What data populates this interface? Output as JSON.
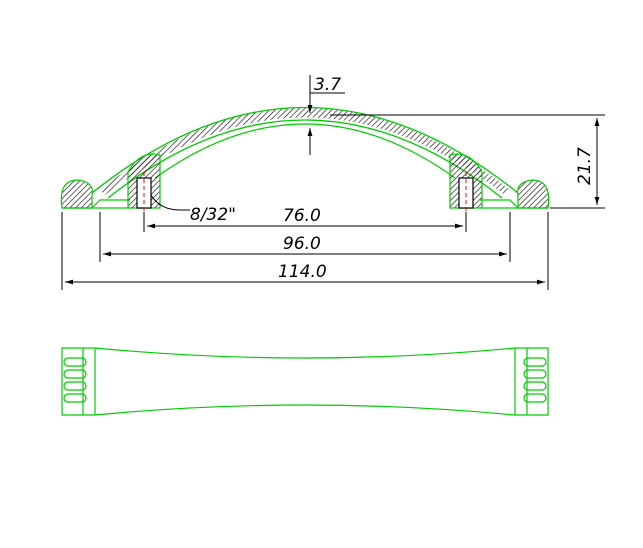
{
  "drawing": {
    "dimensions": {
      "wall_thickness": "3.7",
      "height": "21.7",
      "thread": "8/32\"",
      "hole_spacing": "76.0",
      "mid_span": "96.0",
      "overall_length": "114.0"
    },
    "colors": {
      "outline": "#00cc00",
      "dimension": "#000000",
      "centerline": "#ff0000",
      "hatch": "#000000"
    }
  }
}
